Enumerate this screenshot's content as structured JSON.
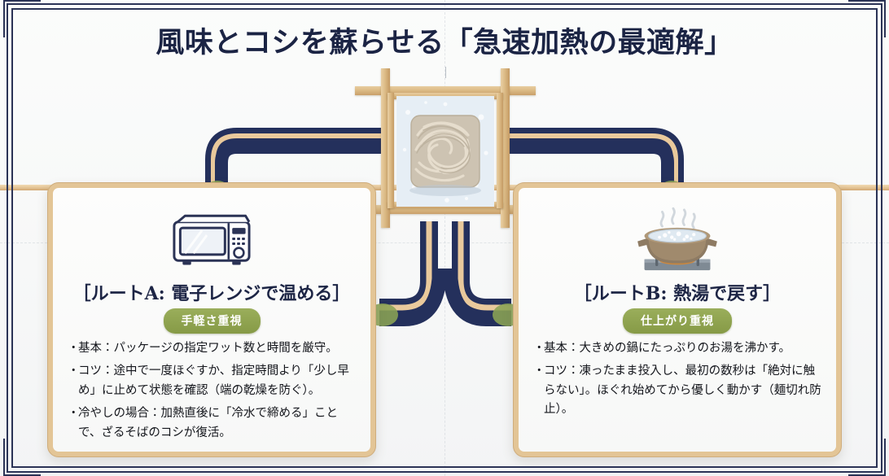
{
  "page": {
    "title": "風味とコシを蘇らせる「急速加熱の最適解」",
    "background_color": "#fafbfa",
    "border_color": "#2b3356",
    "wood_color": "#e3c596",
    "navy_color": "#24305c",
    "badge_color": "#8a9e4e"
  },
  "center": {
    "image_name": "frozen-soba-noodle-block",
    "frame_name": "wooden-hanging-frame"
  },
  "routes": [
    {
      "id": "a",
      "icon": "microwave-icon",
      "title": "［ルートA: 電子レンジで温める］",
      "badge": "手軽さ重視",
      "bullets": [
        {
          "marker": "・",
          "text": "基本：パッケージの指定ワット数と時間を厳守。"
        },
        {
          "marker": "・",
          "text": "コツ：途中で一度ほぐすか、指定時間より「少し早め」に止めて状態を確認（端の乾燥を防ぐ）。"
        },
        {
          "marker": "・",
          "text": "冷やしの場合：加熱直後に「冷水で締める」ことで、ざるそばのコシが復活。"
        }
      ]
    },
    {
      "id": "b",
      "icon": "boiling-pot-icon",
      "title": "［ルートB: 熱湯で戻す］",
      "badge": "仕上がり重視",
      "bullets": [
        {
          "marker": "・",
          "text": "基本：大きめの鍋にたっぷりのお湯を沸かす。"
        },
        {
          "marker": "・",
          "text": "コツ：凍ったまま投入し、最初の数秒は「絶対に触らない」。ほぐれ始めてから優しく動かす（麺切れ防止）。"
        }
      ]
    }
  ]
}
